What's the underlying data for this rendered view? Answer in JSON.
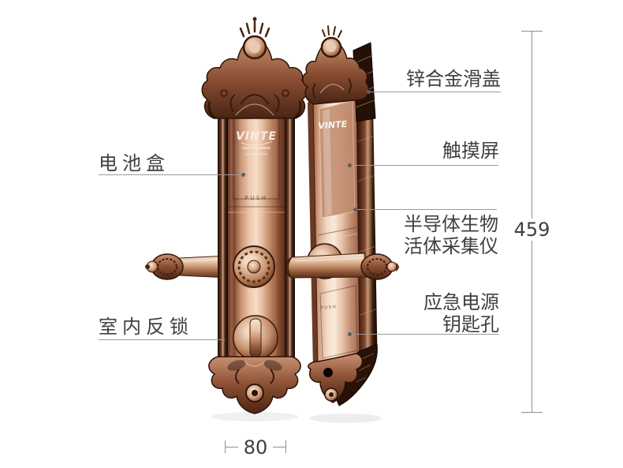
{
  "product": {
    "brand_logo": "VINTE",
    "push_label": "PUSH"
  },
  "callouts": {
    "battery_box": "电池盒",
    "indoor_deadbolt": "室内反锁",
    "zinc_alloy_slide_cover": "锌合金滑盖",
    "touch_screen": "触摸屏",
    "bio_sensor_line1": "半导体生物",
    "bio_sensor_line2": "活体采集仪",
    "emergency_keyhole_line1": "应急电源",
    "emergency_keyhole_line2": "钥匙孔"
  },
  "dimensions": {
    "height": "459",
    "width": "80"
  },
  "colors": {
    "copper_accent": "#b9805f",
    "label_text": "#404040",
    "callout_line": "#9a9a9a",
    "dimension_line": "#8e8e8e",
    "background": "#ffffff"
  }
}
